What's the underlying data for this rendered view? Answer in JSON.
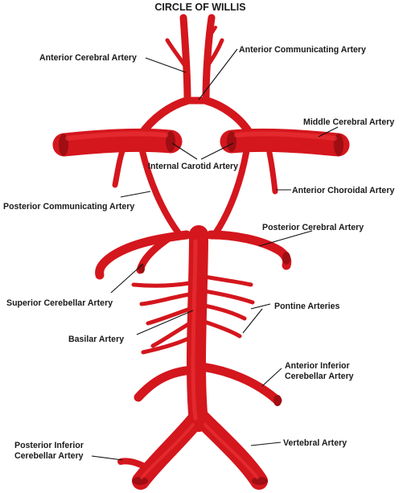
{
  "title": "CIRCLE OF WILLIS",
  "colors": {
    "artery": "#d4161d",
    "artery_highlight": "#ee3a3a",
    "artery_end": "#9e0e12"
  },
  "labels": {
    "anterior_cerebral": "Anterior Cerebral Artery",
    "anterior_communicating": "Anterior Communicating Artery",
    "middle_cerebral": "Middle Cerebral Artery",
    "internal_carotid": "Internal Carotid Artery",
    "anterior_choroidal": "Anterior Choroidal Artery",
    "posterior_communicating": "Posterior Communicating Artery",
    "posterior_cerebral": "Posterior Cerebral Artery",
    "superior_cerebellar": "Superior Cerebellar Artery",
    "pontine": "Pontine Arteries",
    "basilar": "Basilar Artery",
    "anterior_inferior_cerebellar_1": "Anterior Inferior",
    "anterior_inferior_cerebellar_2": "Cerebellar Artery",
    "vertebral": "Vertebral Artery",
    "posterior_inferior_cerebellar_1": "Posterior Inferior",
    "posterior_inferior_cerebellar_2": "Cerebellar Artery"
  }
}
